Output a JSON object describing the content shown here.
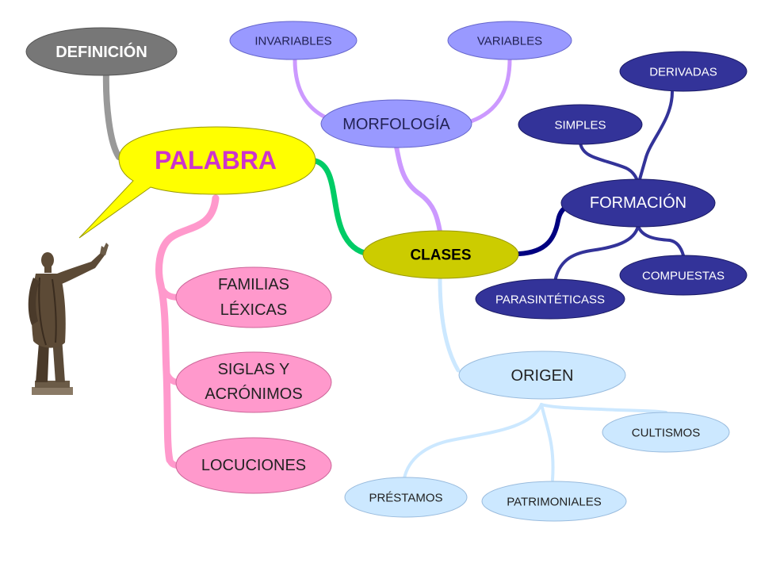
{
  "central": {
    "label": "PALABRA"
  },
  "definicion": {
    "label": "DEFINICIÓN"
  },
  "morfologia": {
    "label": "MORFOLOGÍA",
    "children": [
      "INVARIABLES",
      "VARIABLES"
    ]
  },
  "clases": {
    "label": "CLASES"
  },
  "formacion": {
    "label": "FORMACIÓN",
    "children": [
      "SIMPLES",
      "DERIVADAS",
      "COMPUESTAS",
      "PARASINTÉTICASS"
    ]
  },
  "origen": {
    "label": "ORIGEN",
    "children": [
      "CULTISMOS",
      "PRÉSTAMOS",
      "PATRIMONIALES"
    ]
  },
  "left_branches": {
    "familias": [
      "FAMILIAS",
      "LÉXICAS"
    ],
    "siglas": [
      "SIGLAS Y",
      "ACRÓNIMOS"
    ],
    "locuciones": "LOCUCIONES"
  },
  "colors": {
    "central": "#ffff00",
    "definicion": "#777777",
    "morfologia": "#9999ff",
    "morfologia_link": "#cc99ff",
    "clases": "#cccc00",
    "formacion": "#333399",
    "formacion_link": "#000080",
    "origen": "#cce8ff",
    "left": "#ff99cc",
    "central_link": "#00cc66"
  },
  "icons": {
    "statue": "orator-statue-icon"
  }
}
